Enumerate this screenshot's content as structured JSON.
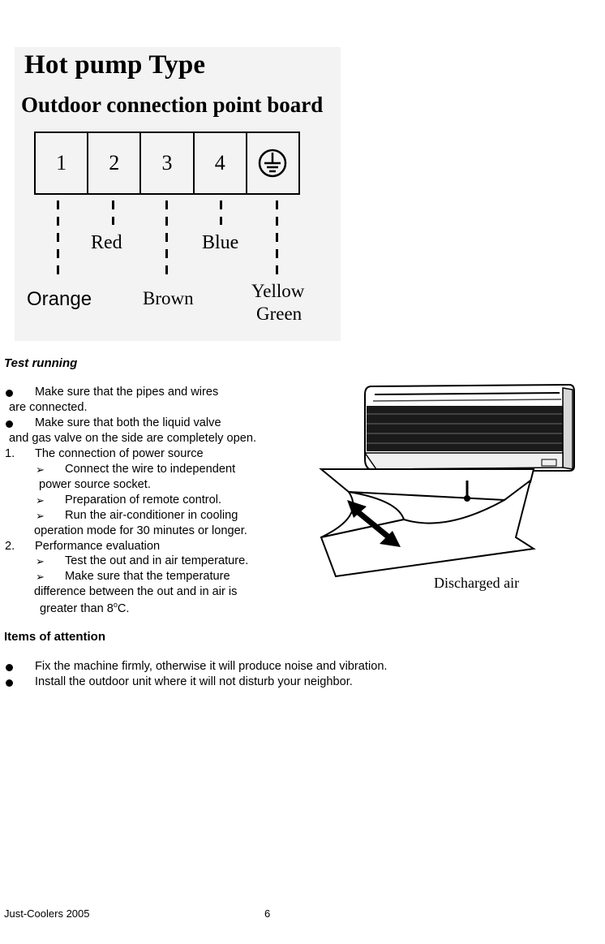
{
  "diagram": {
    "title": "Hot pump Type",
    "subtitle": "Outdoor connection point board",
    "terminals": [
      "1",
      "2",
      "3",
      "4"
    ],
    "ground_icon": "earth-ground-icon",
    "wires": {
      "orange": "Orange",
      "red": "Red",
      "brown": "Brown",
      "blue": "Blue",
      "yellow": "Yellow",
      "green": "Green"
    }
  },
  "test_running": {
    "heading": "Test running",
    "bullet1_l1": "Make sure that the pipes and wires",
    "bullet1_l2": "are connected.",
    "bullet2_l1": "Make sure that both the liquid valve",
    "bullet2_l2": "and gas valve on the side are completely open.",
    "n1": "1.",
    "item1": "The connection of power source",
    "s1a_l1": "Connect the wire to independent",
    "s1a_l2": "power source socket.",
    "s1b": "Preparation of remote control.",
    "s1c_l1": "Run the air-conditioner in cooling",
    "s1c_l2": "operation mode for 30 minutes or longer.",
    "n2": "2.",
    "item2": "Performance evaluation",
    "s2a": "Test the out and in air temperature.",
    "s2b_l1": "Make sure that the temperature",
    "s2b_l2": "difference between the out and in air is",
    "s2b_l3a": "greater than 8",
    "s2b_l3_sup": "o",
    "s2b_l3b": "C."
  },
  "figure": {
    "caption": "Discharged air"
  },
  "attention": {
    "heading": "Items of attention",
    "b1": "Fix the machine firmly, otherwise it will produce noise and vibration.",
    "b2": "Install the outdoor unit where it will not disturb your neighbor."
  },
  "footer": {
    "left": "Just-Coolers 2005",
    "page": "6"
  }
}
